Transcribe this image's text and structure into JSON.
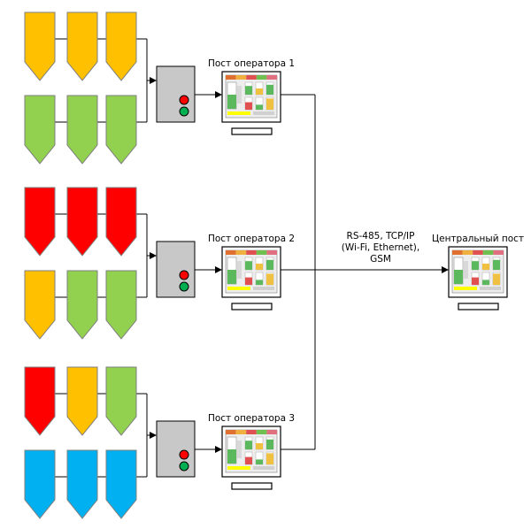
{
  "operator_posts": [
    {
      "label": "Пост оператора 1",
      "silo_rows": [
        [
          "#FFC000",
          "#FFC000",
          "#FFC000"
        ],
        [
          "#92D050",
          "#92D050",
          "#92D050"
        ]
      ]
    },
    {
      "label": "Пост оператора 2",
      "silo_rows": [
        [
          "#FF0000",
          "#FF0000",
          "#FF0000"
        ],
        [
          "#FFC000",
          "#92D050",
          "#92D050"
        ]
      ]
    },
    {
      "label": "Пост оператора 3",
      "silo_rows": [
        [
          "#FF0000",
          "#FFC000",
          "#92D050"
        ],
        [
          "#00B0F0",
          "#00B0F0",
          "#00B0F0"
        ]
      ]
    }
  ],
  "central_post": {
    "label": "Центральный пост"
  },
  "link_label_lines": [
    "RS-485, TCP/IP",
    "(Wi-Fi, Ethernet),",
    "GSM"
  ],
  "colors": {
    "line": "#000000",
    "silo_stroke": "#7F7F7F",
    "controller_fill": "#C8C8C8",
    "lamp_red": "#FF0000",
    "lamp_green": "#00B050",
    "screen_header": "#E07030",
    "screen_yellow": "#FFFF00"
  },
  "icons": {
    "controller": "controller-box-icon",
    "monitor": "monitor-icon",
    "silo": "silo-icon"
  }
}
